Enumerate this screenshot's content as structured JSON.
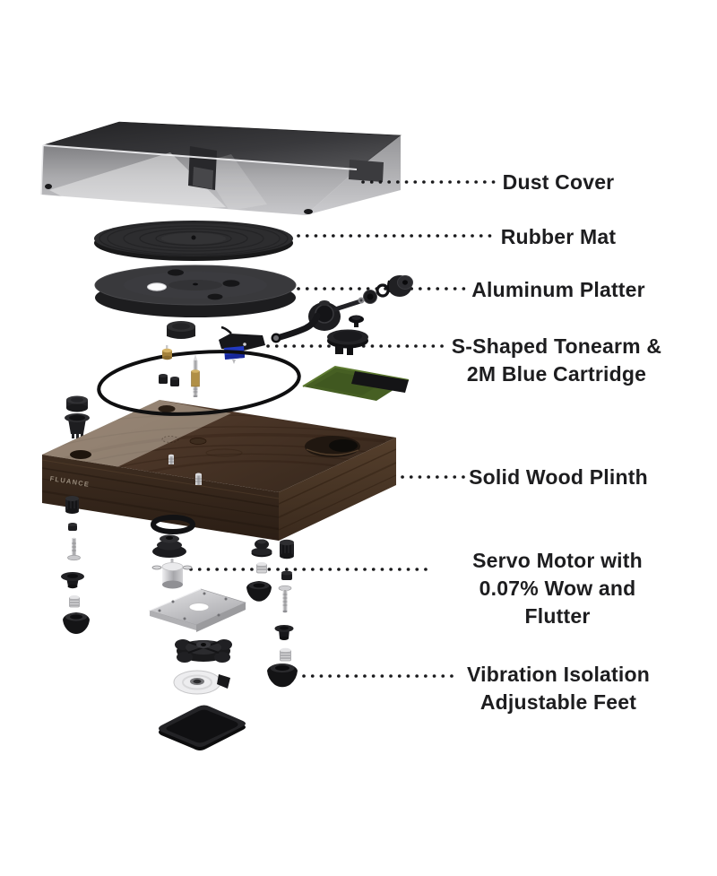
{
  "brand": {
    "logo_text": "FLUANCE"
  },
  "part_labels": [
    {
      "part": "dust-cover",
      "lines": [
        "Dust Cover"
      ]
    },
    {
      "part": "rubber-mat",
      "lines": [
        "Rubber Mat"
      ]
    },
    {
      "part": "aluminum-platter",
      "lines": [
        "Aluminum Platter"
      ]
    },
    {
      "part": "tonearm-cartridge",
      "lines": [
        "S-Shaped Tonearm &",
        "2M Blue Cartridge"
      ]
    },
    {
      "part": "wood-plinth",
      "lines": [
        "Solid Wood Plinth"
      ]
    },
    {
      "part": "servo-motor",
      "lines": [
        "Servo Motor with",
        "0.07% Wow and",
        "Flutter"
      ]
    },
    {
      "part": "isolation-feet",
      "lines": [
        "Vibration Isolation",
        "Adjustable Feet"
      ]
    }
  ],
  "colors": {
    "background": "#ffffff",
    "label_text": "#1d1d1f",
    "leader_dots": "#1a1a1c",
    "cartridge_blue": "#2239c2",
    "pcb_green": "#465f23",
    "wood_brown": "#4b3628",
    "brass": "#b08f46"
  }
}
